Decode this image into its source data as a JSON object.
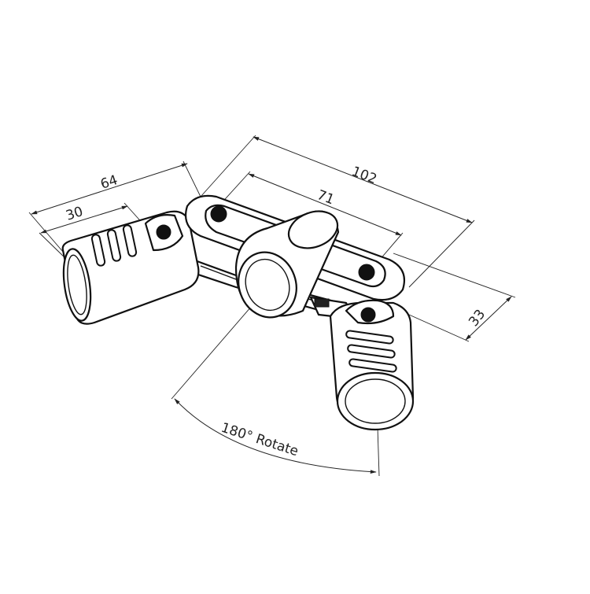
{
  "dimensions": {
    "d64": "64",
    "d30": "30",
    "d102": "102",
    "d71": "71",
    "d33": "33"
  },
  "rotation_label": "180° Rotate"
}
